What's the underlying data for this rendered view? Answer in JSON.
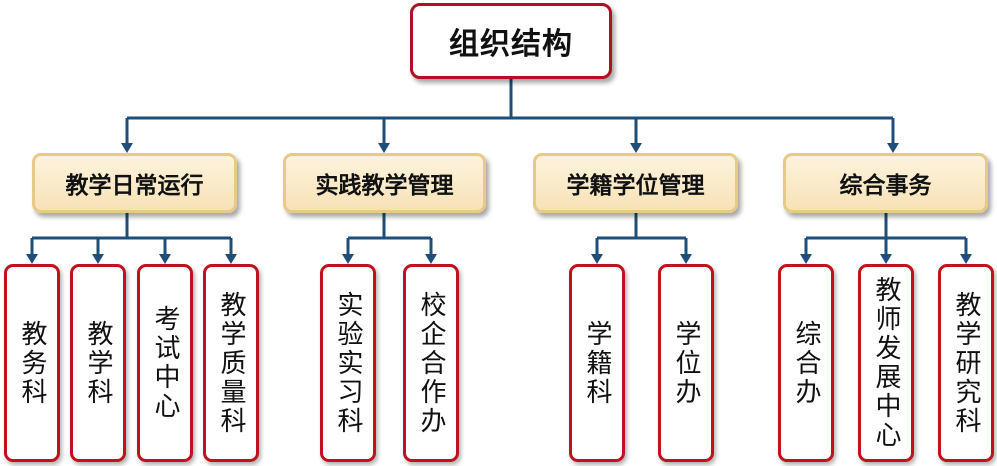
{
  "root": {
    "label": "组织结构"
  },
  "categories": [
    {
      "label": "教学日常运行"
    },
    {
      "label": "实践教学管理"
    },
    {
      "label": "学籍学位管理"
    },
    {
      "label": "综合事务"
    }
  ],
  "units": [
    {
      "label": "教务科"
    },
    {
      "label": "教学科"
    },
    {
      "label": "考试中心"
    },
    {
      "label": "教学质量科"
    },
    {
      "label": "实验实习科"
    },
    {
      "label": "校企合作办"
    },
    {
      "label": "学籍科"
    },
    {
      "label": "学位办"
    },
    {
      "label": "综合办"
    },
    {
      "label": "教师发展中心"
    },
    {
      "label": "教学研究科"
    }
  ],
  "colors": {
    "connector": "#1f4e79",
    "root_border": "#b0101f",
    "category_border": "#e7c988",
    "category_fill": "#f9e7c2",
    "unit_border": "#c1111f"
  }
}
